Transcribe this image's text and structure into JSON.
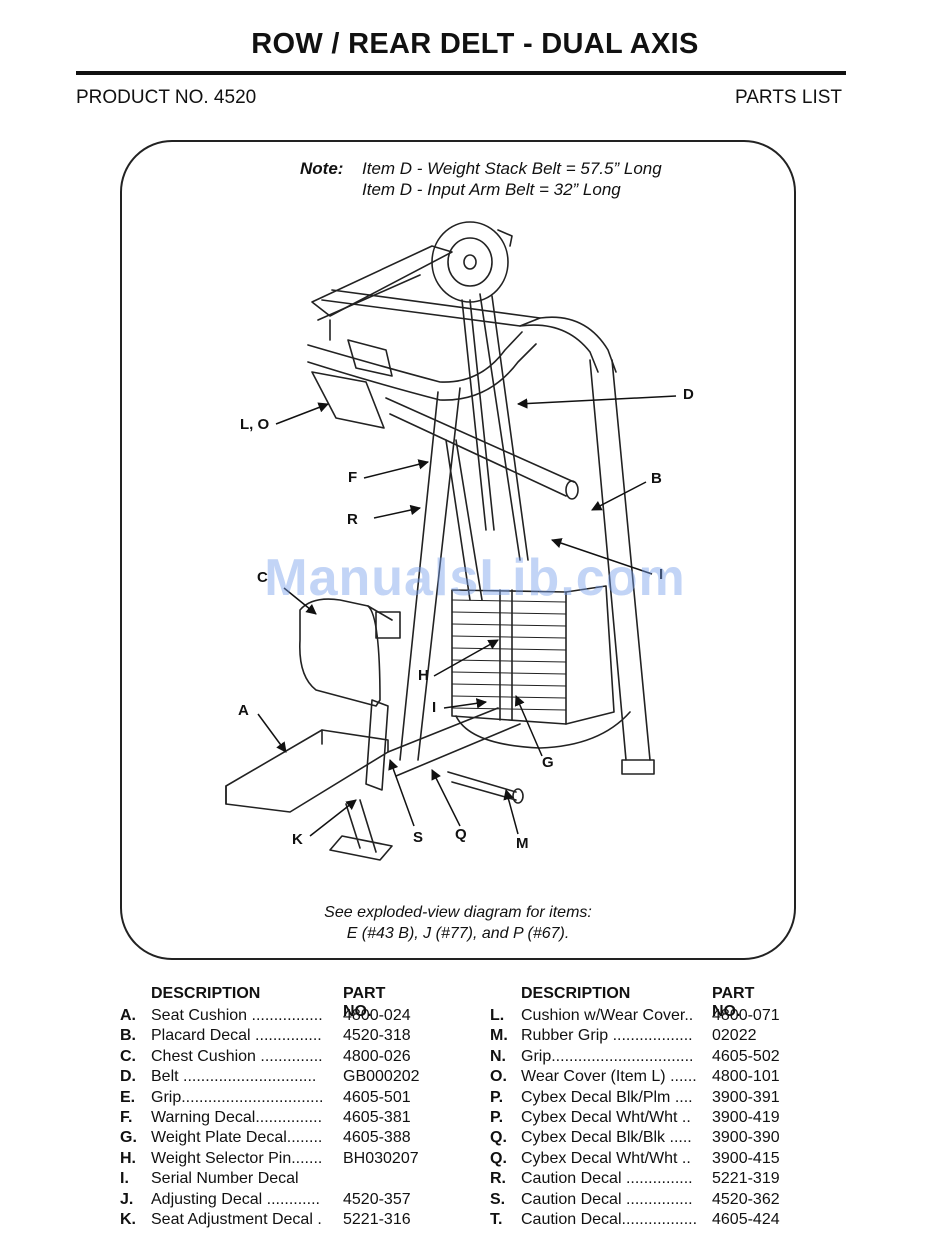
{
  "header": {
    "title": "ROW / REAR DELT - DUAL AXIS",
    "product_no": "PRODUCT NO. 4520",
    "parts_list": "PARTS LIST"
  },
  "note": {
    "label": "Note:",
    "line1": "Item D - Weight Stack Belt = 57.5” Long",
    "line2": "Item D - Input Arm  Belt = 32” Long"
  },
  "callouts": {
    "lo": "L, O",
    "d": "D",
    "f": "F",
    "b": "B",
    "r": "R",
    "i_upper": "I",
    "c": "C",
    "h": "H",
    "a": "A",
    "i_lower": "I",
    "g": "G",
    "k": "K",
    "s": "S",
    "q": "Q",
    "m": "M"
  },
  "footnote": {
    "line1": "See exploded-view diagram for items:",
    "line2": "E (#43 B), J (#77), and P (#67)."
  },
  "watermark": "ManualsLib.com",
  "table": {
    "left": {
      "header_description": "DESCRIPTION",
      "header_part_no": "PART NO.",
      "rows": [
        {
          "letter": "A.",
          "description": "Seat Cushion ................",
          "part_no": "4800-024"
        },
        {
          "letter": "B.",
          "description": "Placard Decal ...............",
          "part_no": "4520-318"
        },
        {
          "letter": "C.",
          "description": "Chest Cushion ..............",
          "part_no": "4800-026"
        },
        {
          "letter": "D.",
          "description": "Belt ..............................",
          "part_no": "GB000202"
        },
        {
          "letter": "E.",
          "description": "Grip................................",
          "part_no": "4605-501"
        },
        {
          "letter": "F.",
          "description": "Warning Decal...............",
          "part_no": "4605-381"
        },
        {
          "letter": "G.",
          "description": "Weight Plate Decal........",
          "part_no": "4605-388"
        },
        {
          "letter": "H.",
          "description": "Weight Selector Pin.......",
          "part_no": "BH030207"
        },
        {
          "letter": "I.",
          "description": "Serial Number Decal",
          "part_no": ""
        },
        {
          "letter": "J.",
          "description": "Adjusting Decal ............",
          "part_no": "4520-357"
        },
        {
          "letter": "K.",
          "description": "Seat Adjustment Decal .",
          "part_no": "5221-316"
        }
      ]
    },
    "right": {
      "header_description": "DESCRIPTION",
      "header_part_no": "PART NO.",
      "rows": [
        {
          "letter": "L.",
          "description": "Cushion w/Wear Cover..",
          "part_no": "4800-071"
        },
        {
          "letter": "M.",
          "description": "Rubber Grip ..................",
          "part_no": "02022"
        },
        {
          "letter": "N.",
          "description": "Grip................................",
          "part_no": "4605-502"
        },
        {
          "letter": "O.",
          "description": "Wear Cover (Item L) ......",
          "part_no": "4800-101"
        },
        {
          "letter": "P.",
          "description": "Cybex Decal Blk/Plm ....",
          "part_no": "3900-391"
        },
        {
          "letter": "P.",
          "description": "Cybex Decal Wht/Wht ..",
          "part_no": "3900-419"
        },
        {
          "letter": "Q.",
          "description": "Cybex Decal Blk/Blk .....",
          "part_no": "3900-390"
        },
        {
          "letter": "Q.",
          "description": "Cybex Decal Wht/Wht ..",
          "part_no": "3900-415"
        },
        {
          "letter": "R.",
          "description": "Caution Decal ...............",
          "part_no": "5221-319"
        },
        {
          "letter": "S.",
          "description": "Caution Decal ...............",
          "part_no": "4520-362"
        },
        {
          "letter": "T.",
          "description": "Caution Decal.................",
          "part_no": "4605-424"
        }
      ]
    }
  }
}
